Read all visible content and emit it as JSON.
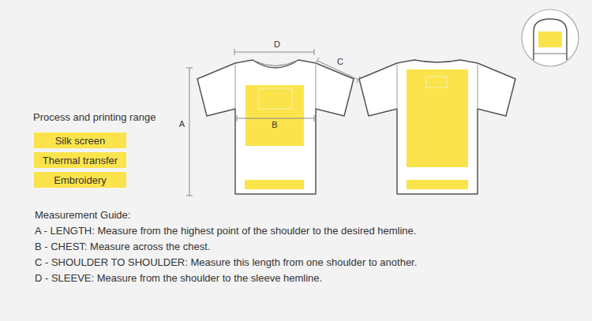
{
  "diagram": {
    "nodes": [
      {
        "text": [
          "Silk screen"
        ]
      },
      {
        "text": [
          "Thermal transfer"
        ]
      },
      {
        "text": [
          "Embroidery"
        ]
      }
    ],
    "labels": [
      "Process and printing range",
      "D",
      "C",
      "A",
      "B",
      "Measurement Guide:",
      "A - LENGTH: Measure from the highest point of the shoulder to the desired hemline.",
      "B - CHEST: Measure across the chest.",
      "C - SHOULDER TO SHOULDER: Measure this length from one shoulder to another.",
      "D - SLEEVE: Measure from the shoulder to the sleeve hemline."
    ]
  }
}
